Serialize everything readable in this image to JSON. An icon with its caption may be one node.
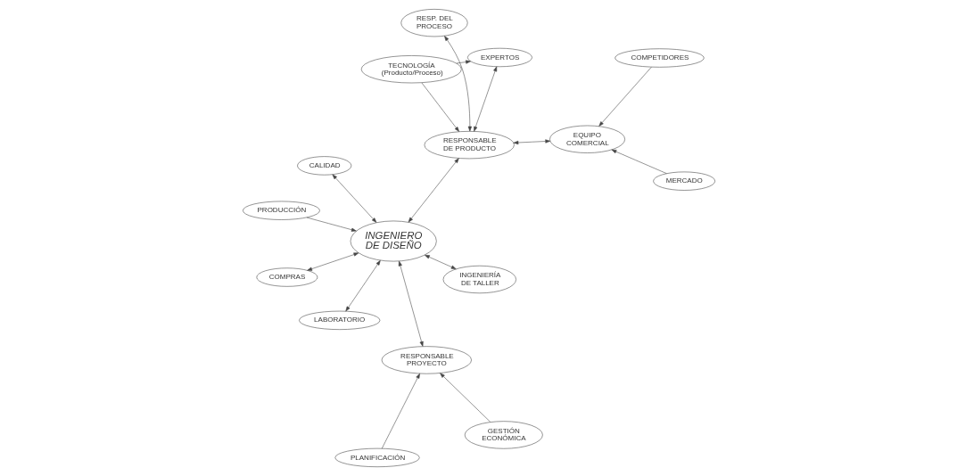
{
  "diagram": {
    "nodes": [
      {
        "text": [
          "RESP. DEL PROCESO"
        ]
      },
      {
        "text": [
          "LABORATORIO"
        ]
      },
      {
        "text": [
          "INGENIERÍA DE TALLER"
        ]
      },
      {
        "text": [
          "TECNOLOGÍA",
          "(Producto/Proceso)"
        ]
      },
      {
        "text": [
          "RESPONSABLE DE PRODUCTO"
        ]
      },
      {
        "text": [
          "COMPRAS"
        ]
      },
      {
        "text": [
          "EXPERTOS"
        ]
      },
      {
        "text": [
          "PRODUCCIÓN"
        ]
      },
      {
        "text": [
          "INGENIERO DE DISEÑO"
        ]
      },
      {
        "text": [
          "PLANIFICACIÓN"
        ]
      },
      {
        "text": [
          "COMPETIDORES"
        ]
      },
      {
        "text": [
          "EQUIPO COMERCIAL"
        ]
      },
      {
        "text": [
          "RESPONSABLE PROYECTO"
        ]
      },
      {
        "text": [
          "GESTIÓN ECONÓMICA"
        ]
      },
      {
        "text": [
          "MERCADO"
        ]
      },
      {
        "text": [
          "CALIDAD"
        ]
      }
    ],
    "edges": [
      {
        "from": 4,
        "to": 0,
        "arrow": "both"
      },
      {
        "from": 3,
        "to": 4,
        "arrow": "to"
      },
      {
        "from": 3,
        "to": 6,
        "arrow": "to"
      },
      {
        "from": 6,
        "to": 4,
        "arrow": "both"
      },
      {
        "from": 4,
        "to": 8,
        "arrow": "both"
      },
      {
        "from": 4,
        "to": 11,
        "arrow": "both"
      },
      {
        "from": 8,
        "to": 1,
        "arrow": "both"
      },
      {
        "from": 8,
        "to": 2,
        "arrow": "both"
      },
      {
        "from": 8,
        "to": 5,
        "arrow": "both"
      },
      {
        "from": 7,
        "to": 8,
        "arrow": "to"
      },
      {
        "from": 9,
        "to": 12,
        "arrow": "to"
      },
      {
        "from": 8,
        "to": 12,
        "arrow": "both"
      },
      {
        "from": 13,
        "to": 12,
        "arrow": "to"
      },
      {
        "from": 8,
        "to": 15,
        "arrow": "both"
      },
      {
        "from": 10,
        "to": 11,
        "arrow": "to"
      },
      {
        "from": 14,
        "to": 11,
        "arrow": "to"
      }
    ]
  }
}
